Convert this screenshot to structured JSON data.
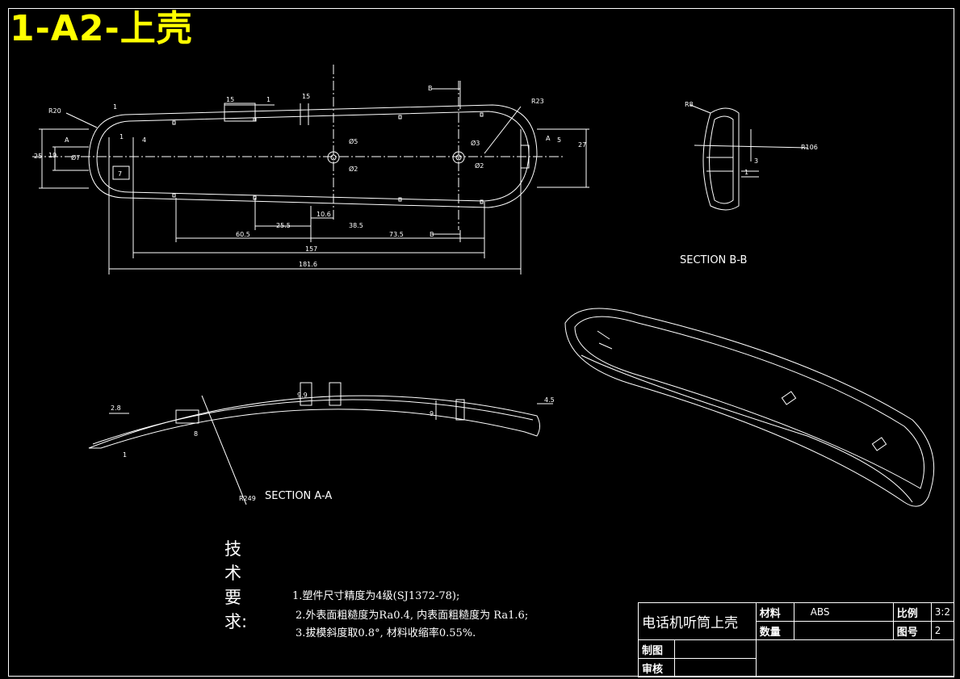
{
  "title": "1-A2-上壳",
  "views": {
    "section_bb_label": "SECTION B-B",
    "section_aa_label": "SECTION A-A"
  },
  "dimensions": {
    "r20": "R20",
    "one_a": "1",
    "fifteen_a": "15",
    "one_b": "1",
    "fifteen_b": "15",
    "b_top": "B",
    "r23": "R23",
    "d25": "25",
    "d19": "19",
    "phi7": "Ø7",
    "a_left": "A",
    "one_c": "1",
    "four": "4",
    "seven": "7",
    "phi5": "Ø5",
    "phi2a": "Ø2",
    "phi3": "Ø3",
    "phi2b": "Ø2",
    "a_right": "A",
    "five": "5",
    "d27": "27",
    "d10_6": "10.6",
    "d25_5": "25.5",
    "d38_5": "38.5",
    "d60_5": "60.5",
    "d73_5": "73.5",
    "b_bottom": "B",
    "d157": "157",
    "d181": "181.6",
    "r8": "R8",
    "r106": "R106",
    "d3": "3",
    "one_d": "1",
    "d2_8": "2.8",
    "d8_a": "8",
    "d9_9": "9.9",
    "d4_5": "4.5",
    "d9_b": "9",
    "d1_e": "1",
    "r249": "R249"
  },
  "notes": {
    "heading": "技术要求:",
    "items": [
      "1.塑件尺寸精度为4级(SJ1372-78);",
      "2.外表面粗糙度为Ra0.4, 内表面粗糙度为 Ra1.6;",
      "3.拔模斜度取0.8°, 材料收缩率0.55%."
    ]
  },
  "title_block": {
    "part_name": "电话机听筒上壳",
    "material_label": "材料",
    "material_value": "ABS",
    "scale_label": "比例",
    "scale_value": "3:2",
    "quantity_label": "数量",
    "quantity_value": "",
    "drawing_no_label": "图号",
    "drawing_no_value": "2",
    "drawn_by_label": "制图",
    "checked_by_label": "审核"
  },
  "colors": {
    "background": "#000000",
    "lines": "#ffffff",
    "title": "#ffff00"
  }
}
